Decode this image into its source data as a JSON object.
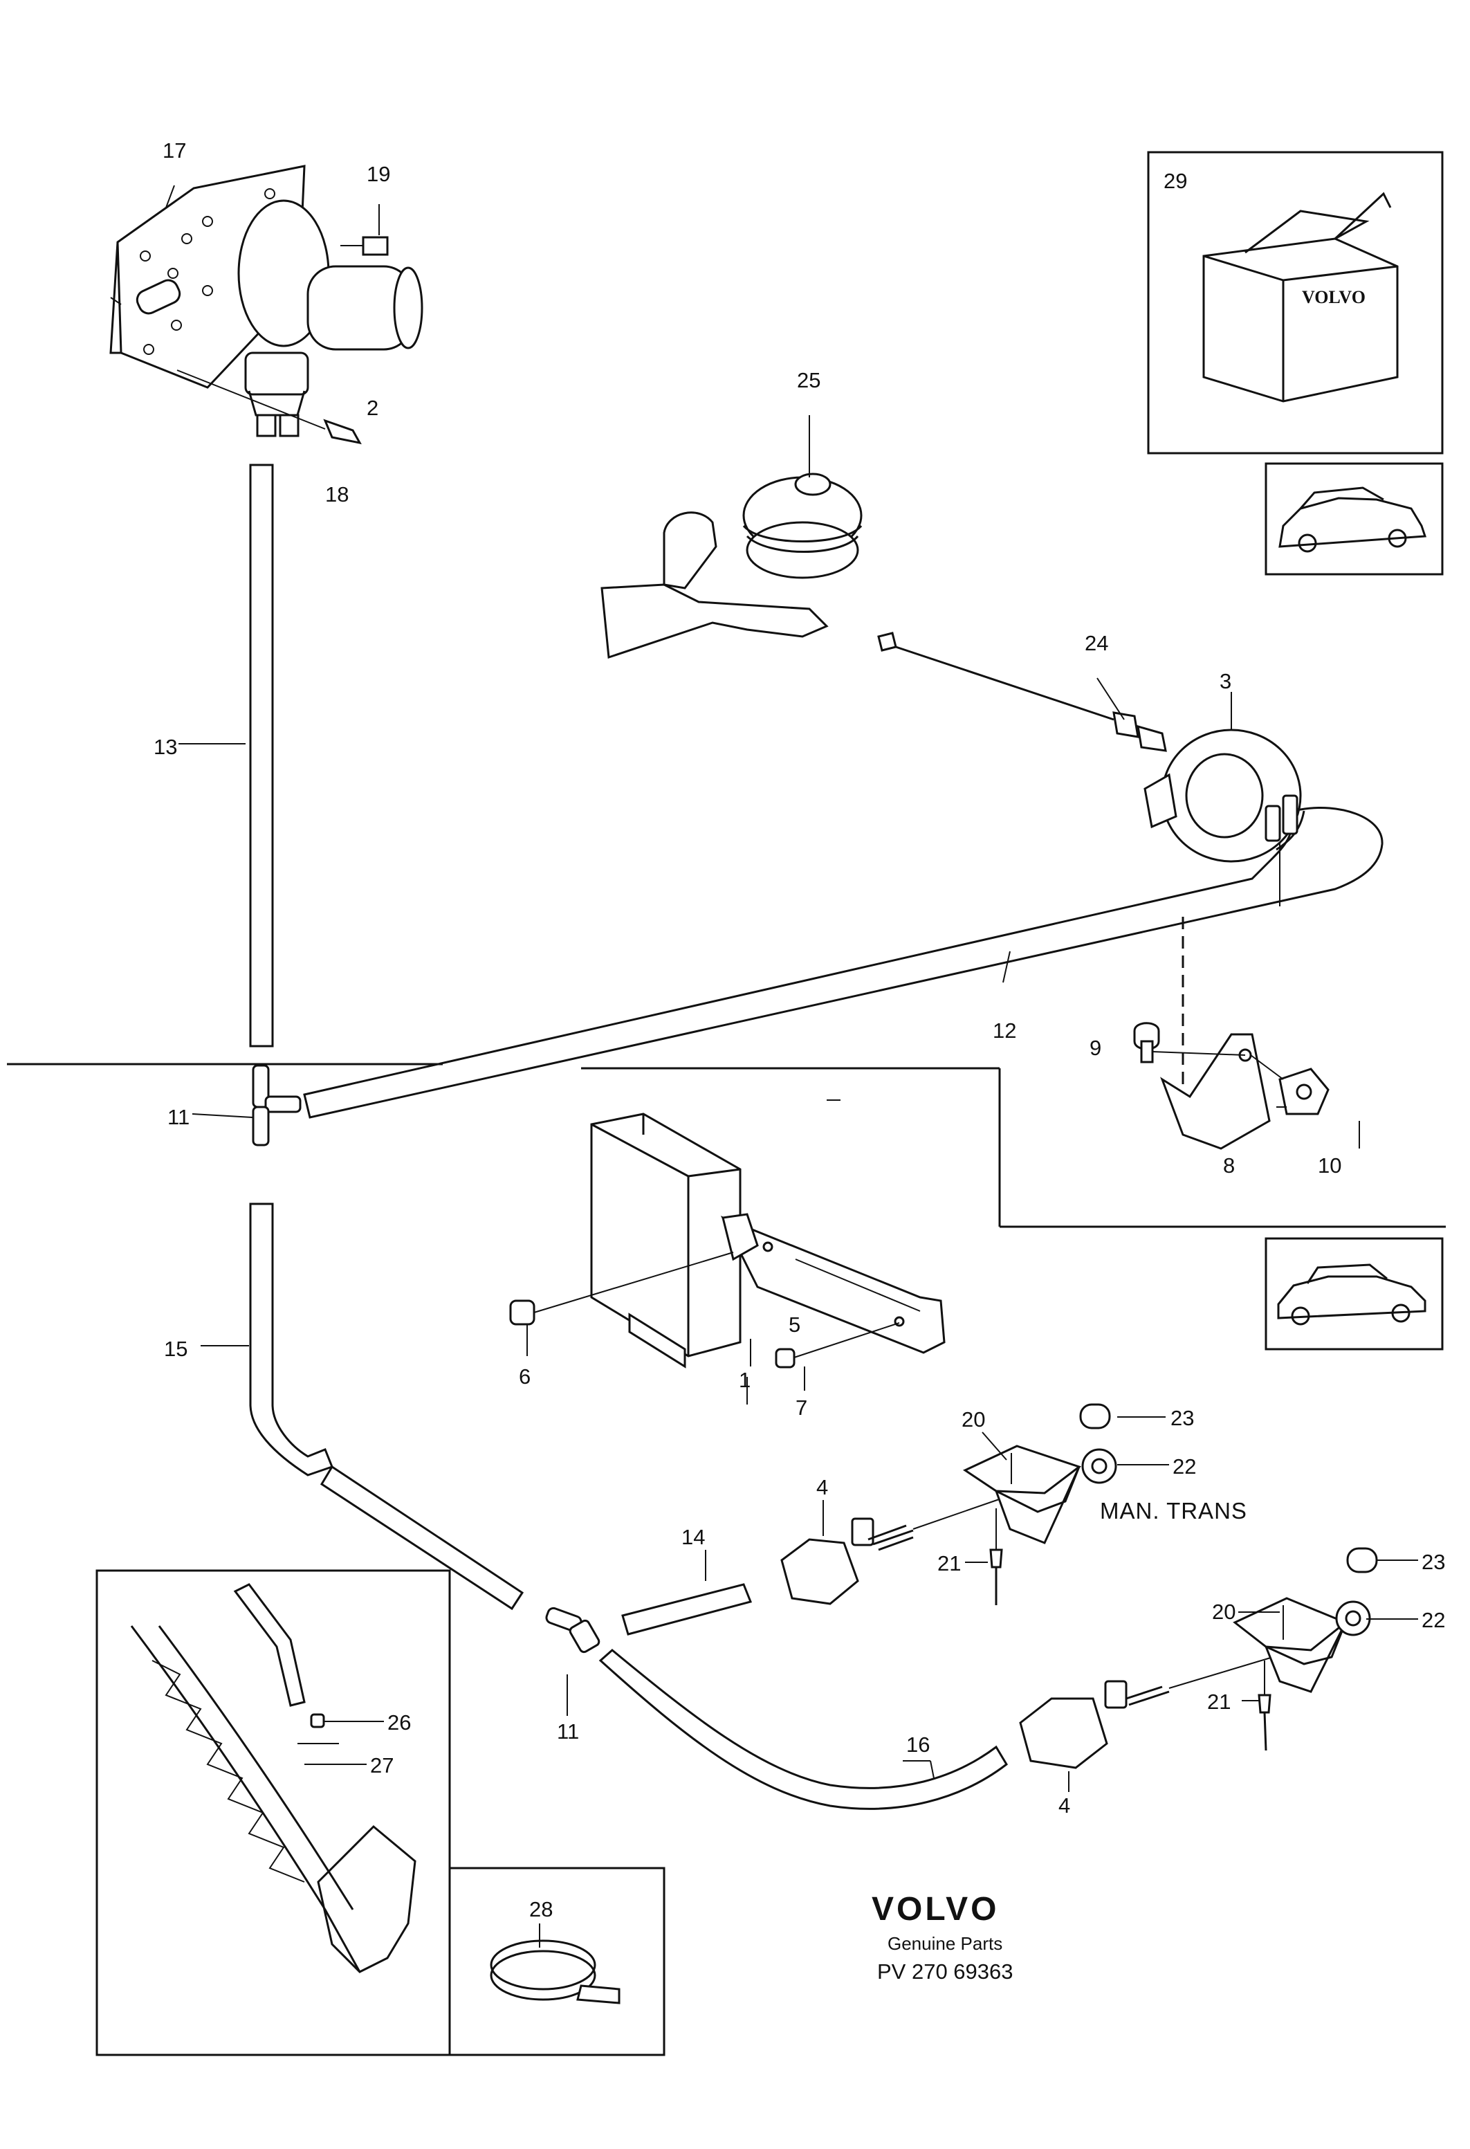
{
  "callouts": {
    "c17": "17",
    "c19": "19",
    "c2": "2",
    "c18": "18",
    "c25": "25",
    "c29": "29",
    "c13": "13",
    "c24": "24",
    "c3": "3",
    "c12": "12",
    "c9": "9",
    "c11a": "11",
    "c8": "8",
    "c10": "10",
    "c15": "15",
    "c6": "6",
    "c5": "5",
    "c1": "1",
    "c7": "7",
    "c20a": "20",
    "c23a": "23",
    "c22a": "22",
    "c4a": "4",
    "c14": "14",
    "c21a": "21",
    "c11b": "11",
    "c16": "16",
    "c4b": "4",
    "c20b": "20",
    "c23b": "23",
    "c22b": "22",
    "c21b": "21",
    "c26": "26",
    "c27": "27",
    "c28": "28"
  },
  "notes": {
    "man_trans": "MAN. TRANS"
  },
  "box_label": "VOLVO",
  "footer": {
    "brand": "VOLVO",
    "subtitle": "Genuine Parts",
    "part_number": "PV 270 69363"
  }
}
